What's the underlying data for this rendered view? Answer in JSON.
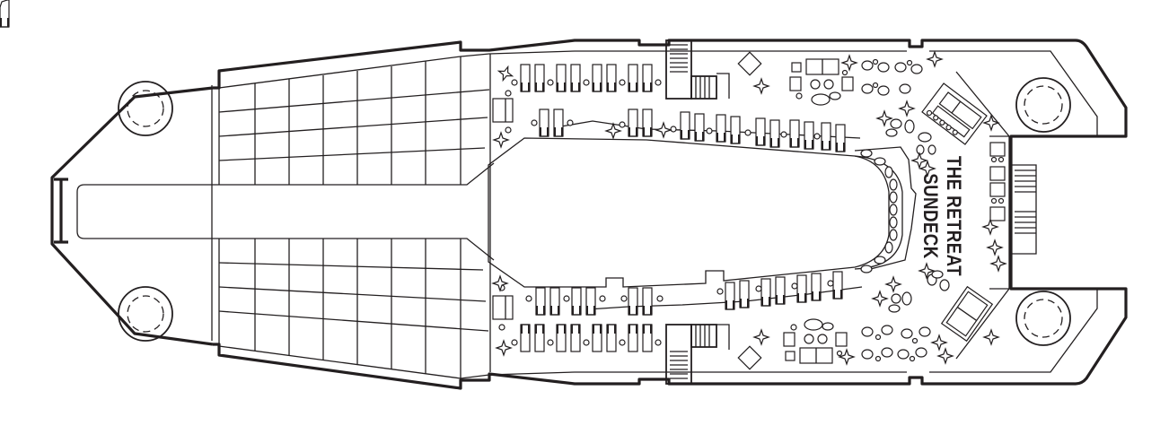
{
  "diagram": {
    "type": "ship-deck-plan",
    "orientation": "bow-right",
    "colors": {
      "line": "#231f20",
      "background": "#ffffff"
    },
    "zone_label": {
      "line1": "THE RETREAT",
      "line2": "SUNDECK"
    },
    "legend_icons": [
      "lounger-icon",
      "side-table-icon",
      "star-plant-icon",
      "stairs-icon",
      "pool-icon",
      "cabana-icon",
      "bollard-icon"
    ]
  }
}
